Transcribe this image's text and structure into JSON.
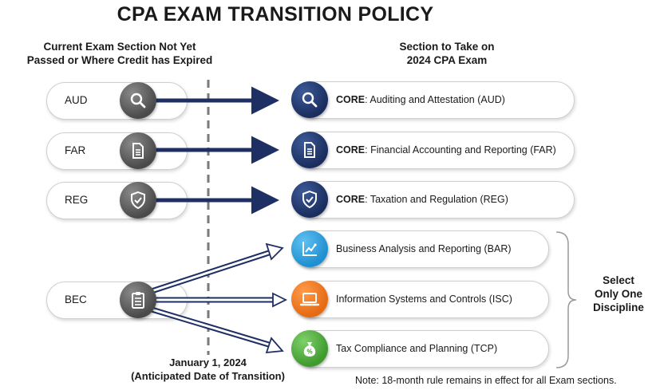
{
  "title": "CPA EXAM TRANSITION POLICY",
  "headers": {
    "left": [
      "Current Exam Section Not Yet",
      "Passed or Where Credit has Expired"
    ],
    "right": [
      "Section to Take on",
      "2024 CPA Exam"
    ]
  },
  "rows": [
    {
      "source": "AUD",
      "icon": "search-icon",
      "core_label": "CORE",
      "target": ": Auditing and Attestation (AUD)"
    },
    {
      "source": "FAR",
      "icon": "document-icon",
      "core_label": "CORE",
      "target": ": Financial Accounting and Reporting (FAR)"
    },
    {
      "source": "REG",
      "icon": "shield-check-icon",
      "core_label": "CORE",
      "target": ": Taxation and Regulation (REG)"
    }
  ],
  "bec": {
    "source": "BEC",
    "icon": "clipboard-list-icon"
  },
  "disciplines": [
    {
      "name": "Business Analysis and Reporting (BAR)",
      "icon": "chart-icon",
      "color": "#1f8fd0"
    },
    {
      "name": "Information Systems and Controls (ISC)",
      "icon": "laptop-icon",
      "color": "#e56a12"
    },
    {
      "name": "Tax Compliance and Planning (TCP)",
      "icon": "money-bag-icon",
      "color": "#3f9a2e"
    }
  ],
  "transition_date": [
    "January 1, 2024",
    "(Anticipated Date of Transition)"
  ],
  "select_note": [
    "Select",
    "Only One",
    "Discipline"
  ],
  "note": "Note:  18-month rule remains in effect for all Exam sections.",
  "colors": {
    "arrow": "#1e2f64",
    "dash": "#7a7a7a"
  }
}
